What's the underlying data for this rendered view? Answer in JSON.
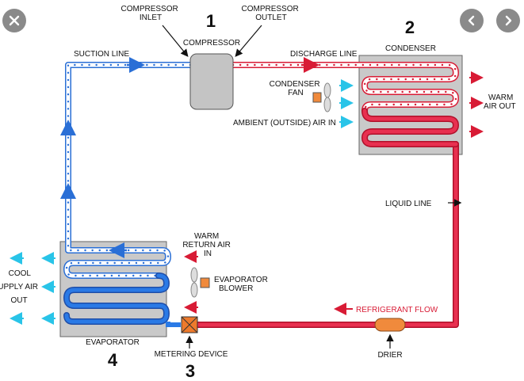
{
  "controls": {
    "close_icon": "close-icon",
    "prev_icon": "chevron-left-icon",
    "next_icon": "chevron-right-icon"
  },
  "labels": {
    "compressor_inlet": [
      "COMPRESSOR",
      "INLET"
    ],
    "compressor_outlet": [
      "COMPRESSOR",
      "OUTLET"
    ],
    "compressor": "COMPRESSOR",
    "condenser": "CONDENSER",
    "suction_line": "SUCTION LINE",
    "discharge_line": "DISCHARGE LINE",
    "condenser_fan": [
      "CONDENSER",
      "FAN"
    ],
    "ambient_air": "AMBIENT (OUTSIDE) AIR IN",
    "warm_air_out": [
      "WARM",
      "AIR OUT"
    ],
    "liquid_line": "LIQUID LINE",
    "warm_return_air": [
      "WARM",
      "RETURN AIR",
      "IN"
    ],
    "evaporator_blower": [
      "EVAPORATOR",
      "BLOWER"
    ],
    "cool_supply_air": [
      "COOL",
      "UPPLY AIR",
      "OUT"
    ],
    "refrigerant_flow": "REFRIGERANT FLOW",
    "evaporator": "EVAPORATOR",
    "metering_device": "METERING DEVICE",
    "drier": "DRIER"
  },
  "steps": {
    "compressor": "1",
    "condenser": "2",
    "metering_device": "3",
    "evaporator": "4"
  },
  "colors": {
    "hot_line": "#d81b35",
    "cold_line": "#2a6fd6",
    "cool_air": "#29c4e8",
    "warm_air": "#d81b35",
    "box_fill": "#c9c9c9",
    "drier": "#f08a3c",
    "metering": "#ee7a2c"
  }
}
